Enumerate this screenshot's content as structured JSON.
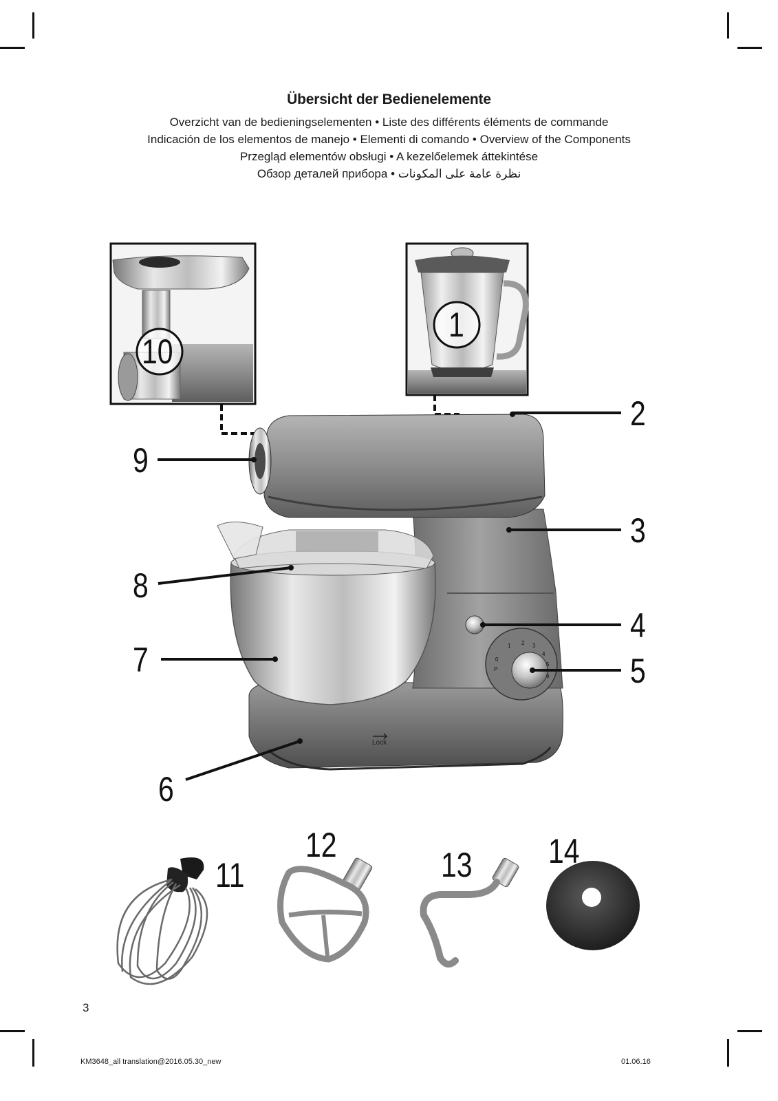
{
  "header": {
    "title": "Übersicht der Bedienelemente",
    "lines": [
      "Overzicht van de bedieningselementen • Liste des différents éléments de commande",
      "Indicación de los elementos de manejo • Elementi di comando • Overview of the Components",
      "Przegląd elementów obsługi • A kezelőelemek áttekintése",
      "Обзор деталей прибора • نظرة عامة على المكونات"
    ]
  },
  "callouts": {
    "n1": "1",
    "n2": "2",
    "n3": "3",
    "n4": "4",
    "n5": "5",
    "n6": "6",
    "n7": "7",
    "n8": "8",
    "n9": "9",
    "n10": "10",
    "n11": "11",
    "n12": "12",
    "n13": "13",
    "n14": "14"
  },
  "product": {
    "lock_label": "Lock",
    "dial_marks": [
      "P",
      "0",
      "1",
      "2",
      "3",
      "4",
      "5",
      "6"
    ]
  },
  "page_number": "3",
  "footer": {
    "left": "KM3648_all translation@2016.05.30_new",
    "right": "01.06.16"
  },
  "colors": {
    "body_grey": "#8f8f8f",
    "dark_grey": "#5c5c5c",
    "steel": "#c8c8c8",
    "ink": "#111111"
  }
}
